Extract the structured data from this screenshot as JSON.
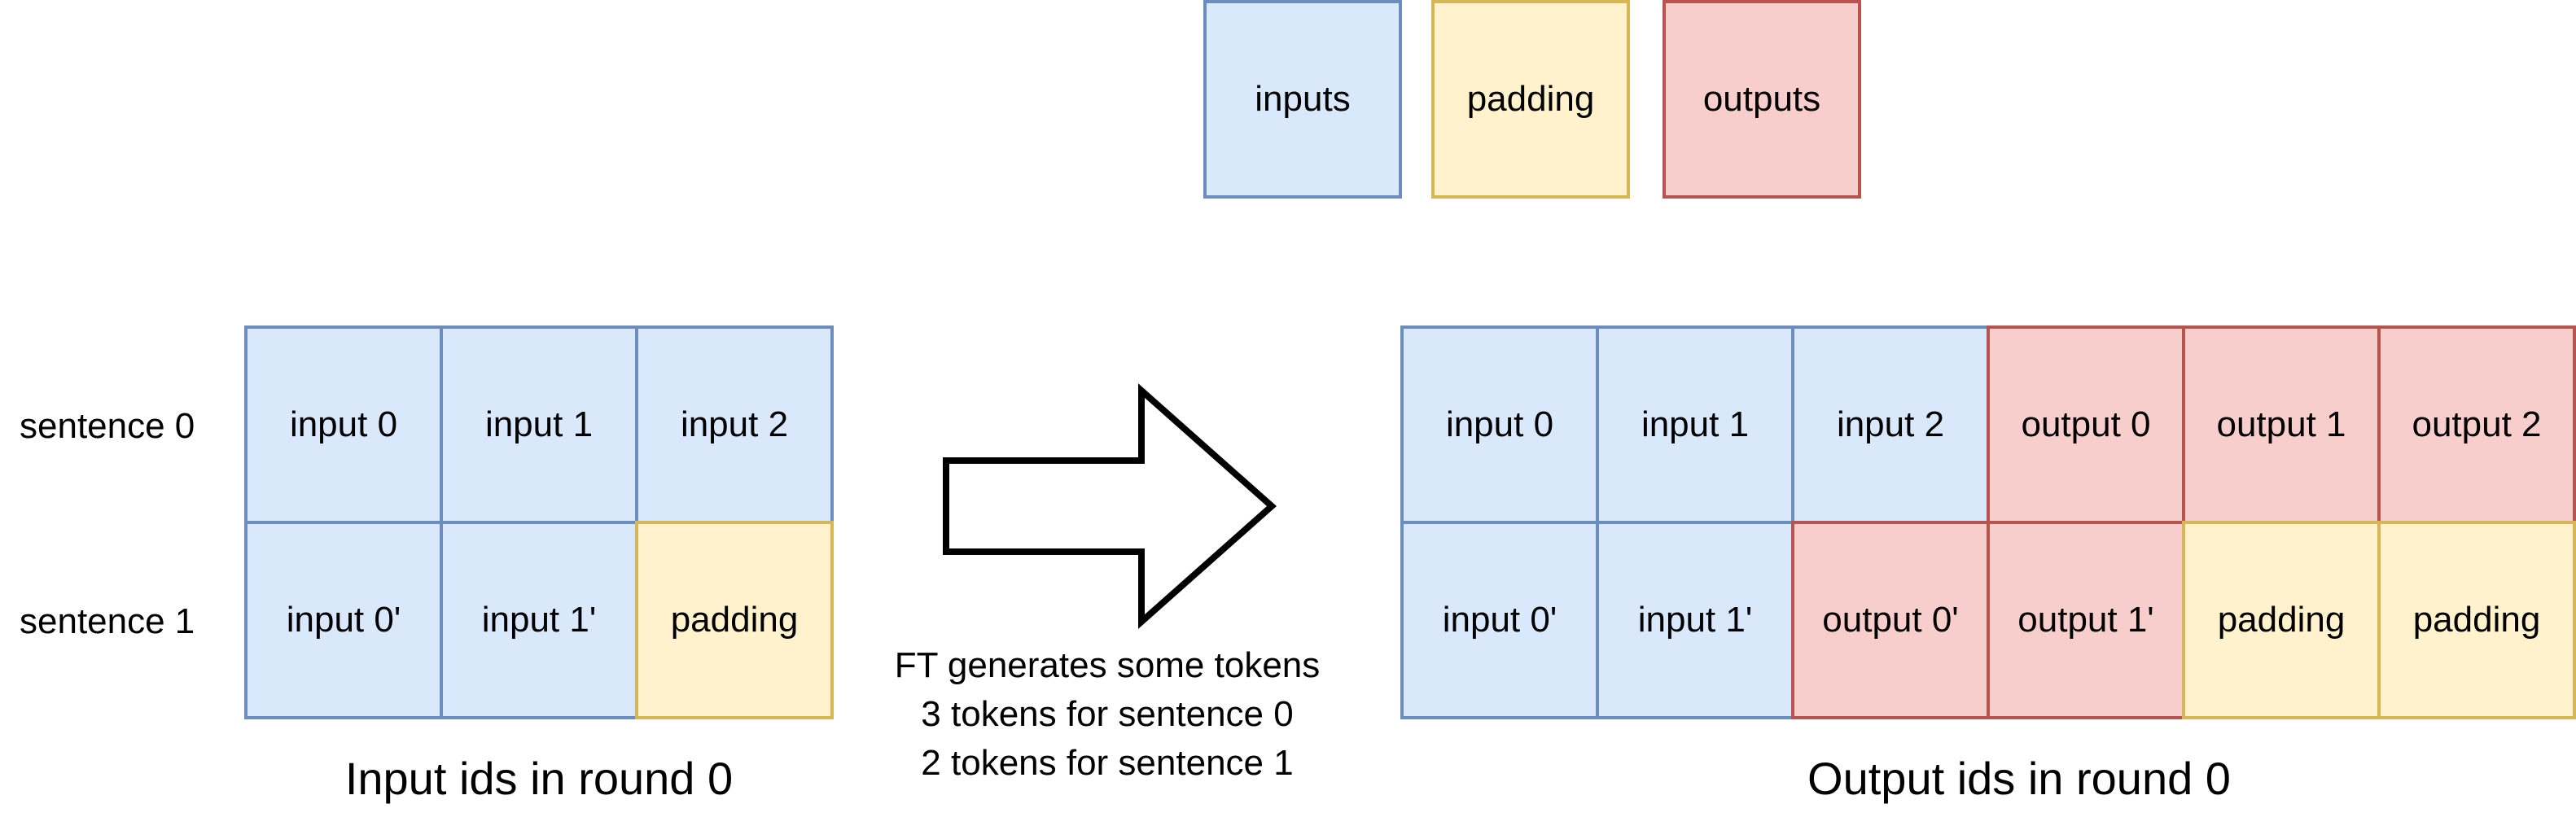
{
  "legend": {
    "inputs": "inputs",
    "padding": "padding",
    "outputs": "outputs"
  },
  "input_grid": {
    "row_labels": [
      "sentence 0",
      "sentence 1"
    ],
    "rows": [
      [
        "input 0",
        "input 1",
        "input 2"
      ],
      [
        "input 0'",
        "input 1'",
        "padding"
      ]
    ],
    "caption": "Input ids in round 0"
  },
  "process": {
    "lines": [
      "FT generates some tokens",
      "3 tokens for sentence 0",
      "2 tokens for sentence 1"
    ]
  },
  "output_grid": {
    "rows": [
      [
        "input 0",
        "input 1",
        "input 2",
        "output 0",
        "output 1",
        "output 2"
      ],
      [
        "input 0'",
        "input 1'",
        "output 0'",
        "output 1'",
        "padding",
        "padding"
      ]
    ],
    "caption": "Output ids in round 0"
  },
  "colors": {
    "input_fill": "#dae8fc",
    "input_stroke": "#6c8ebf",
    "padding_fill": "#fff2cc",
    "padding_stroke": "#d6b656",
    "output_fill": "#f8cecc",
    "output_stroke": "#b85450"
  }
}
